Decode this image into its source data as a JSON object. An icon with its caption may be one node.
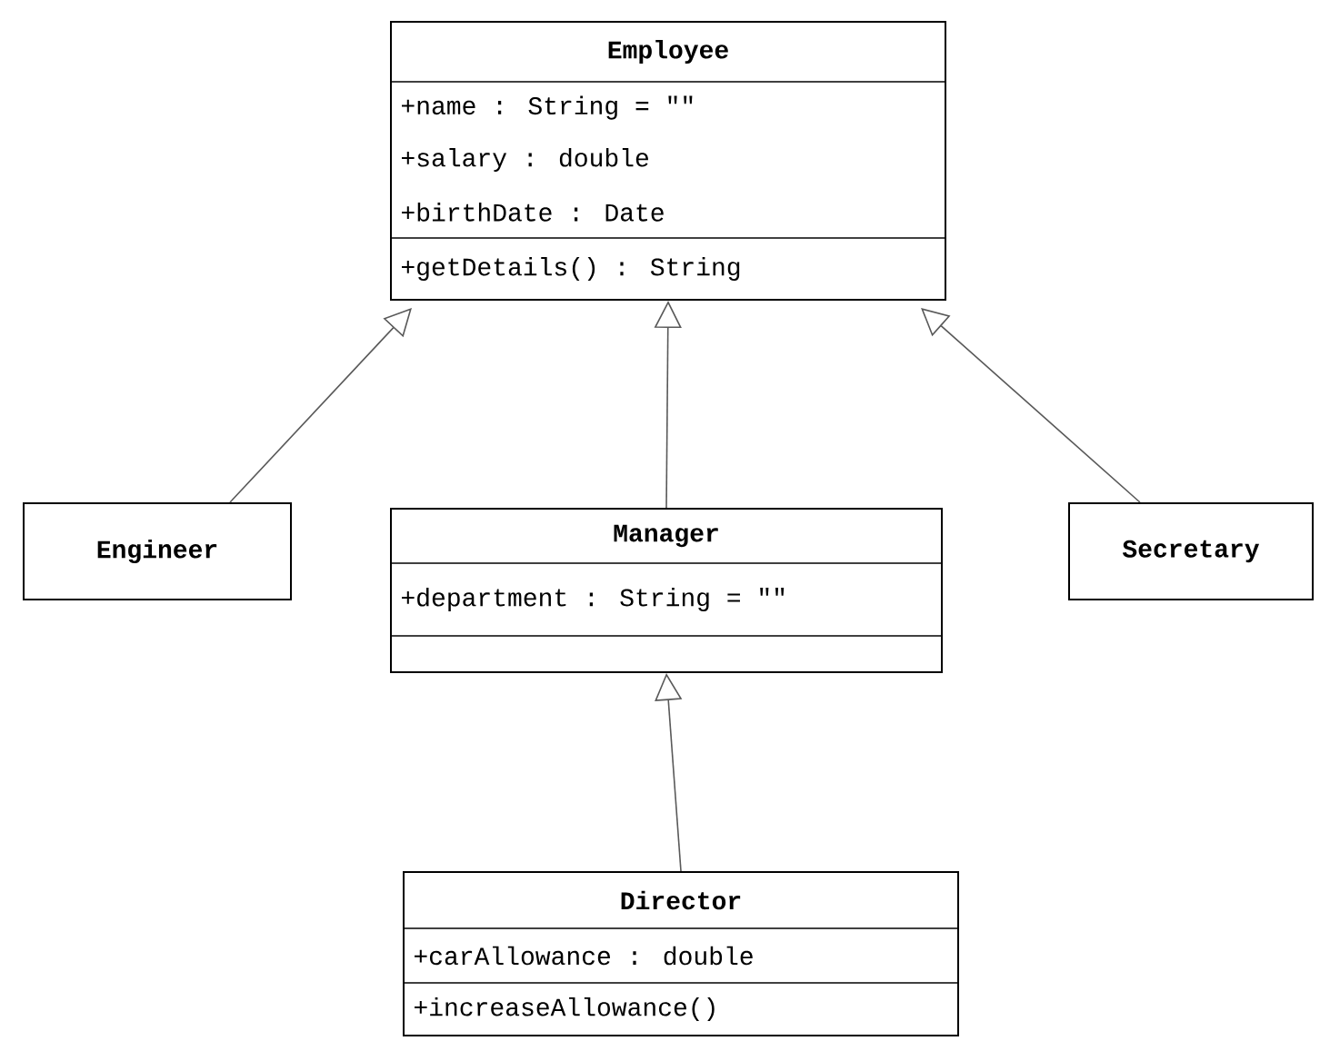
{
  "diagram": {
    "nodes": [
      {
        "text": [
          "Employee",
          "+name : String = \"\"",
          "+salary : double",
          "+birthDate : Date",
          "+getDetails() : String"
        ]
      },
      {
        "text": [
          "Engineer"
        ]
      },
      {
        "text": [
          "Manager",
          "+department : String = \"\""
        ]
      },
      {
        "text": [
          "Secretary"
        ]
      },
      {
        "text": [
          "Director",
          "+carAllowance : double",
          "+increaseAllowance()"
        ]
      }
    ],
    "edges": [
      {
        "from": 1,
        "to": 0,
        "arrow": "to"
      },
      {
        "from": 2,
        "to": 0,
        "arrow": "to"
      },
      {
        "from": 3,
        "to": 0,
        "arrow": "to"
      },
      {
        "from": 4,
        "to": 2,
        "arrow": "to"
      }
    ]
  }
}
